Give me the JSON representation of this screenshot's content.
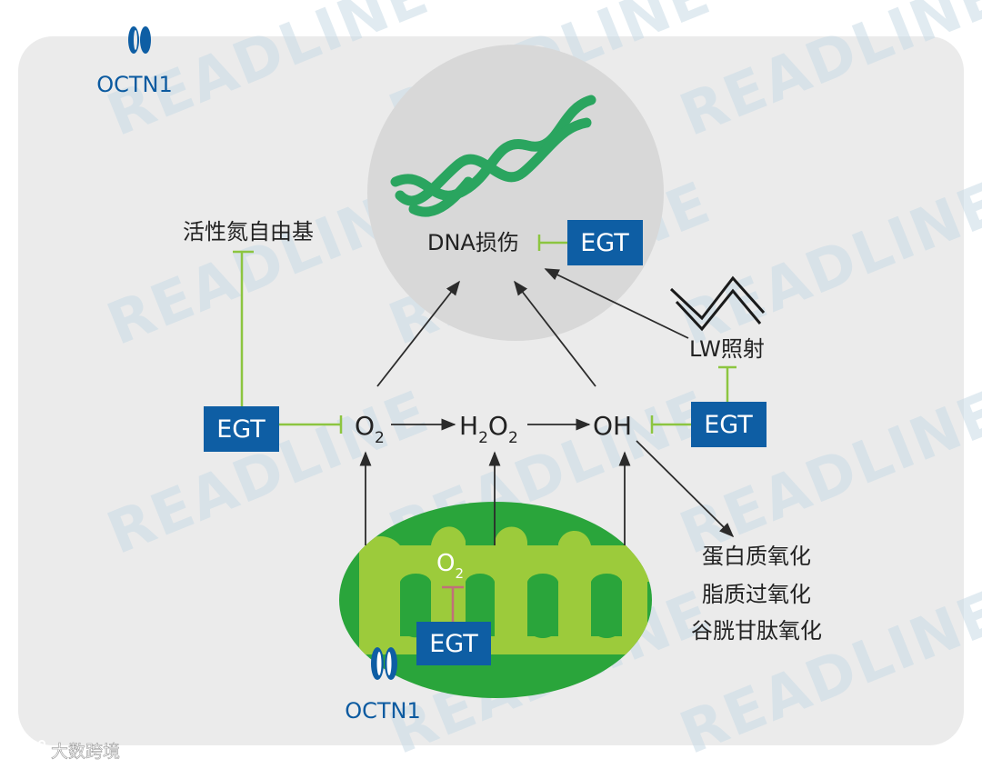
{
  "colors": {
    "panel": "#ebebeb",
    "nucleus": "#d8d8d8",
    "egt_box": "#0e5ea4",
    "mito_outer": "#2aa53b",
    "mito_inner": "#9ccb3b",
    "dna": "#2aa55f",
    "inhibit_line": "#8cc540",
    "inhibit_line_mito": "#c0707a",
    "arrow": "#2b2b2b",
    "label_blue": "#0b5aa0"
  },
  "transporter_top": {
    "label": "OCTN1",
    "icon": "ion-channel-icon"
  },
  "transporter_bottom": {
    "label": "OCTN1",
    "icon": "ion-channel-icon"
  },
  "nucleus": {
    "dna_icon": "dna-helix-icon",
    "label": "DNA损伤"
  },
  "egt_label": "EGT",
  "rns_label": "活性氮自由基",
  "lw_label": "LW照射",
  "lightning_icon": "lightning-icon",
  "ros_chain": {
    "o2": {
      "base": "O",
      "sub": "2"
    },
    "h2o2": {
      "base1": "H",
      "sub1": "2",
      "base2": "O",
      "sub2": "2"
    },
    "oh": "OH"
  },
  "mito_o2": {
    "base": "O",
    "sub": "2"
  },
  "oxidation_list": [
    "蛋白质氧化",
    "脂质过氧化",
    "谷胱甘肽氧化"
  ],
  "watermark": "READLINE",
  "footer": {
    "logo_icon": "weibo-logo-icon",
    "text": "大数跨境"
  }
}
